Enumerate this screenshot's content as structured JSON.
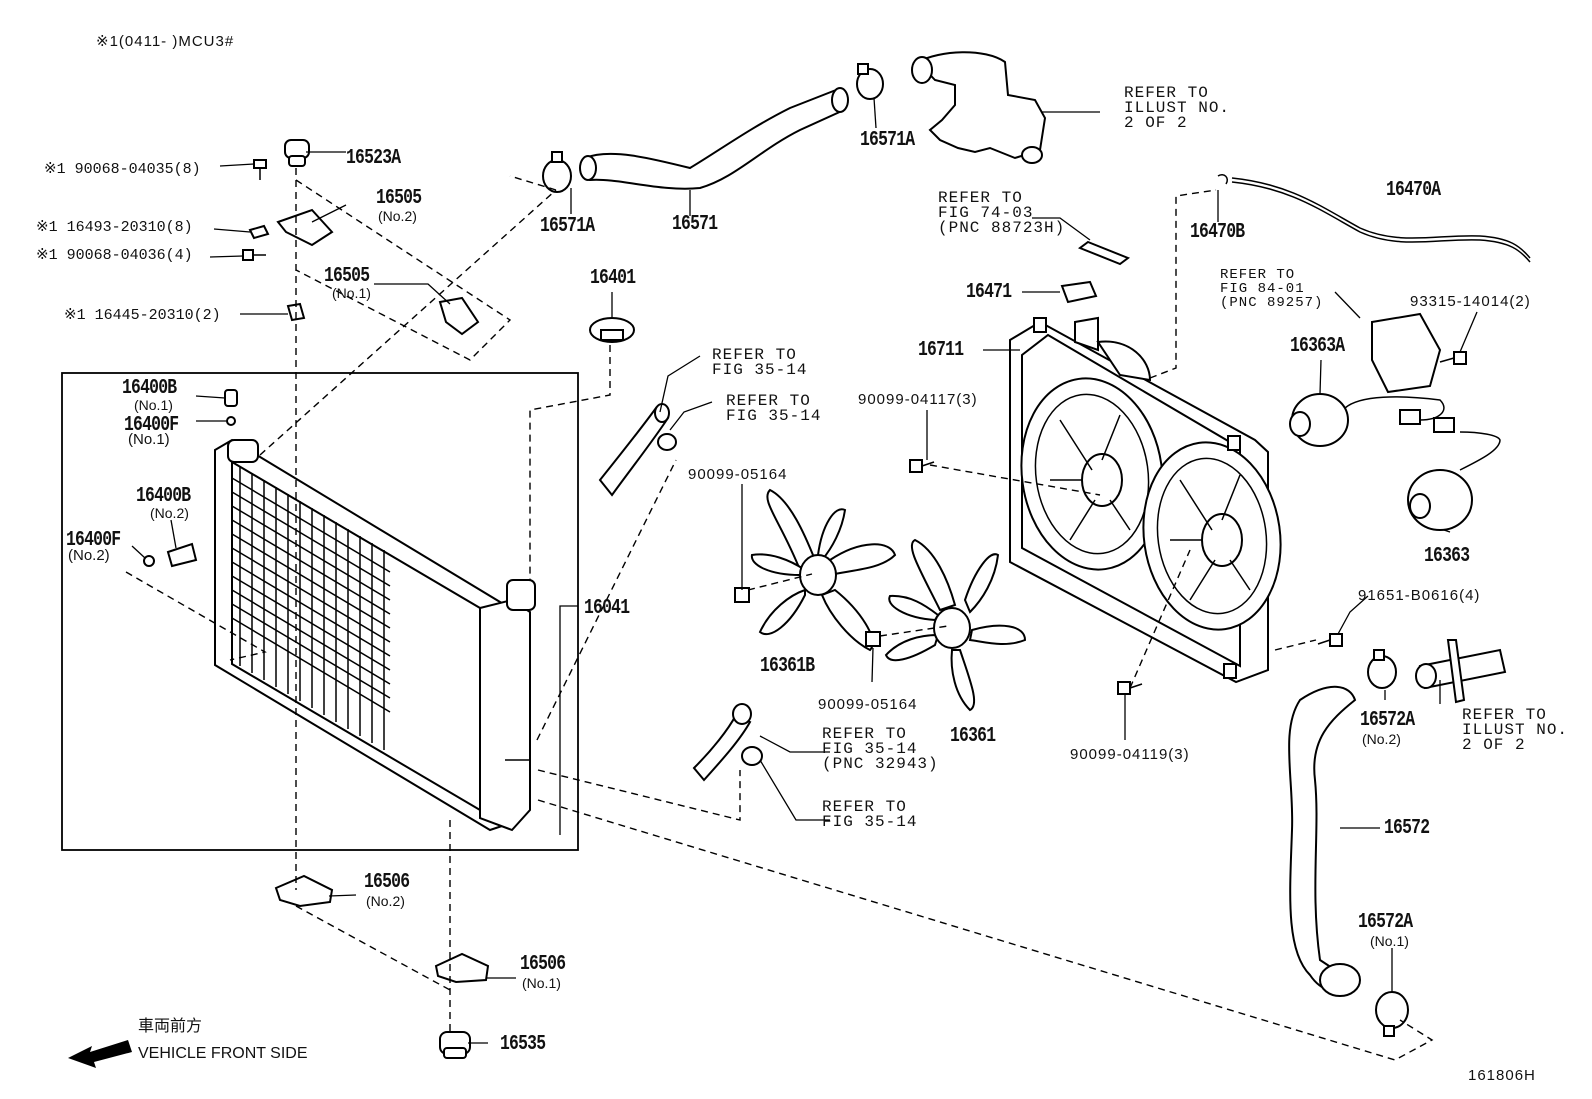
{
  "header_note": "※1(0411-      )MCU3#",
  "figure_code": "161806H",
  "front_label_jp": "車両前方",
  "front_label_en": "VEHICLE FRONT SIDE",
  "parts": {
    "p16523A": "16523A",
    "p16505_2": "16505",
    "p16505_2_sub": "(No.2)",
    "p16505_1": "16505",
    "p16505_1_sub": "(No.1)",
    "p90068_04035": "※1 90068-04035(8)",
    "p16493_20310": "※1 16493-20310(8)",
    "p90068_04036": "※1 90068-04036(4)",
    "p16445_20310": "※1 16445-20310(2)",
    "p16400B_1": "16400B",
    "p16400B_1_sub": "(No.1)",
    "p16400F_1": "16400F",
    "p16400F_1_sub": "(No.1)",
    "p16400B_2": "16400B",
    "p16400B_2_sub": "(No.2)",
    "p16400F_2": "16400F",
    "p16400F_2_sub": "(No.2)",
    "p16571A_a": "16571A",
    "p16571": "16571",
    "p16571A_b": "16571A",
    "p16401": "16401",
    "p16041": "16041",
    "p16470A": "16470A",
    "p16470B": "16470B",
    "p16471": "16471",
    "p16711": "16711",
    "p16363A": "16363A",
    "p16363": "16363",
    "p93315": "93315-14014(2)",
    "p90099_04117": "90099-04117(3)",
    "p90099_05164_a": "90099-05164",
    "p90099_05164_b": "90099-05164",
    "p16361B": "16361B",
    "p16361": "16361",
    "p91651": "91651-B0616(4)",
    "p90099_04119": "90099-04119(3)",
    "p16572A_2": "16572A",
    "p16572A_2_sub": "(No.2)",
    "p16572": "16572",
    "p16572A_1": "16572A",
    "p16572A_1_sub": "(No.1)",
    "p16506_2": "16506",
    "p16506_2_sub": "(No.2)",
    "p16506_1": "16506",
    "p16506_1_sub": "(No.1)",
    "p16535": "16535"
  },
  "refs": {
    "r_illust_top": "REFER TO\nILLUST NO.\n2 OF 2",
    "r_fig7403": "REFER TO\nFIG 74-03\n(PNC 88723H)",
    "r_fig8401": "REFER TO\nFIG 84-01\n(PNC 89257)",
    "r_fig3514_a": "REFER TO\nFIG 35-14",
    "r_fig3514_b": "REFER TO\nFIG 35-14",
    "r_fig3514_pnc": "REFER TO\nFIG 35-14\n(PNC 32943)",
    "r_fig3514_c": "REFER TO\nFIG 35-14",
    "r_illust_right": "REFER TO\nILLUST NO.\n2 OF 2"
  }
}
